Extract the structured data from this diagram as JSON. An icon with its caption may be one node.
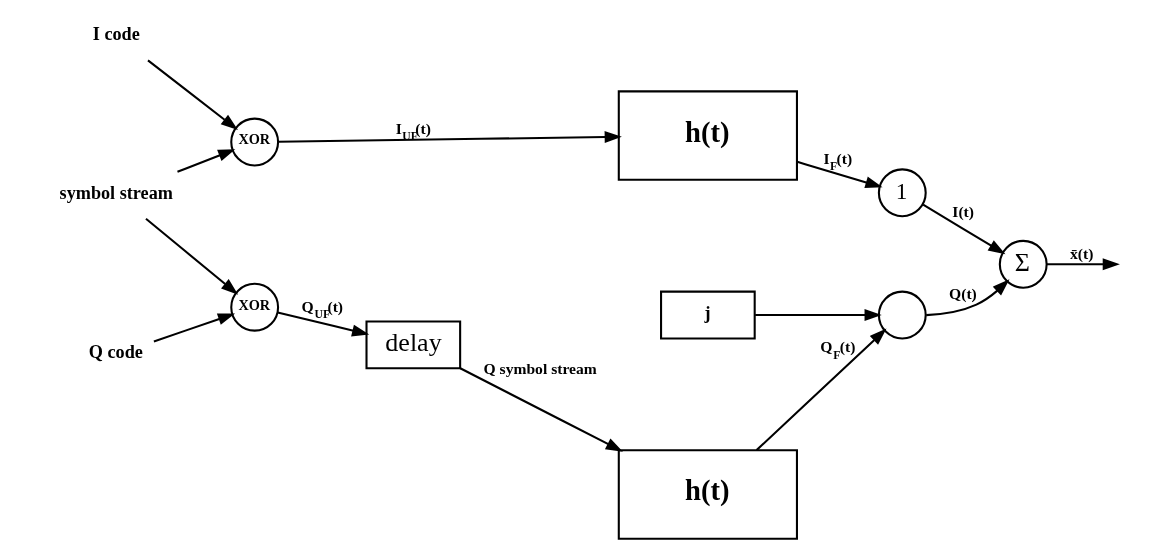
{
  "diagram": {
    "nodes": [
      {
        "text": [
          "I code"
        ]
      },
      {
        "text": [
          "symbol stream"
        ]
      },
      {
        "text": [
          "XOR"
        ]
      },
      {
        "text": [
          "XOR"
        ]
      },
      {
        "text": [
          "Q code"
        ]
      },
      {
        "text": [
          "delay"
        ]
      },
      {
        "text": [
          "h(t)"
        ]
      },
      {
        "text": [
          "h(t)"
        ]
      },
      {
        "text": [
          "1"
        ]
      },
      {
        "text": [
          "j"
        ]
      },
      {
        "text": [],
        "shape": "circle"
      },
      {
        "text": [
          "Σ"
        ]
      }
    ],
    "edges": [
      {
        "from": 0,
        "to": 2,
        "arrow": "to"
      },
      {
        "from": 1,
        "to": 2,
        "arrow": "to"
      },
      {
        "from": 1,
        "to": 3,
        "arrow": "to"
      },
      {
        "from": 4,
        "to": 3,
        "arrow": "to"
      },
      {
        "from": 2,
        "to": 6,
        "arrow": "to",
        "label": "I$_{UF}$(t)"
      },
      {
        "from": 3,
        "to": 5,
        "arrow": "to",
        "label": "Q$_{UF}$(t)"
      },
      {
        "from": 5,
        "to": 7,
        "arrow": "to",
        "label": "Q symbol stream"
      },
      {
        "from": 6,
        "to": 8,
        "arrow": "to",
        "label": "I$_{F}$(t)"
      },
      {
        "from": 7,
        "to": 10,
        "arrow": "to",
        "label": "Q$_{F}$(t)"
      },
      {
        "from": 9,
        "to": 10,
        "arrow": "to"
      },
      {
        "from": 8,
        "to": 11,
        "arrow": "to",
        "label": "I(t)"
      },
      {
        "from": 10,
        "to": 11,
        "arrow": "to",
        "label": "Q(t)"
      },
      {
        "from": 11,
        "to": null,
        "arrow": "to",
        "label": "x̄(t)"
      }
    ]
  }
}
